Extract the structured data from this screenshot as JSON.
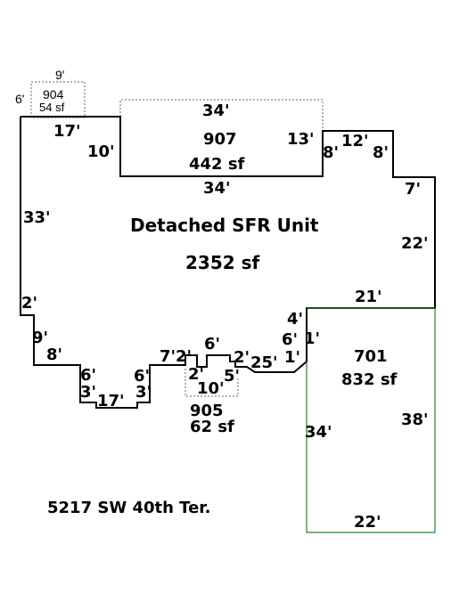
{
  "main_unit": {
    "title": "Detached SFR Unit",
    "area": "2352 sf"
  },
  "room_907": {
    "id": "907",
    "area": "442 sf"
  },
  "room_904": {
    "id": "904",
    "area": "54 sf"
  },
  "room_905": {
    "id": "905",
    "area": "62 sf"
  },
  "room_701": {
    "id": "701",
    "area": "832 sf"
  },
  "address": "5217 SW 40th Ter.",
  "dimensions": {
    "d904_top": "9'",
    "d904_side": "6'",
    "d17_top": "17'",
    "d10_left": "10'",
    "d34_top": "34'",
    "d34_mid": "34'",
    "d13": "13'",
    "d12": "12'",
    "d8a": "8'",
    "d8b": "8'",
    "d7": "7'",
    "d33": "33'",
    "d22_right": "22'",
    "d21": "21'",
    "d2_left": "2'",
    "d9": "9'",
    "d8_lower": "8'",
    "d6_a": "6'",
    "d3_a": "3'",
    "d17_bottom": "17'",
    "d6_b": "6'",
    "d3_b": "3'",
    "d7_2": "7'2'",
    "d6_top": "6'",
    "d2_b": "2'",
    "d10_bottom": "10'",
    "d5": "5'",
    "d2_c": "2'",
    "d25": "25'",
    "d1_a": "1'",
    "d6_c": "6'",
    "d1_b": "1'",
    "d4": "4'",
    "d34_701": "34'",
    "d38": "38'",
    "d22_bottom": "22'"
  },
  "colors": {
    "main_line": "#000000",
    "dotted": "#666666",
    "room701_line": "#2e7d32"
  }
}
